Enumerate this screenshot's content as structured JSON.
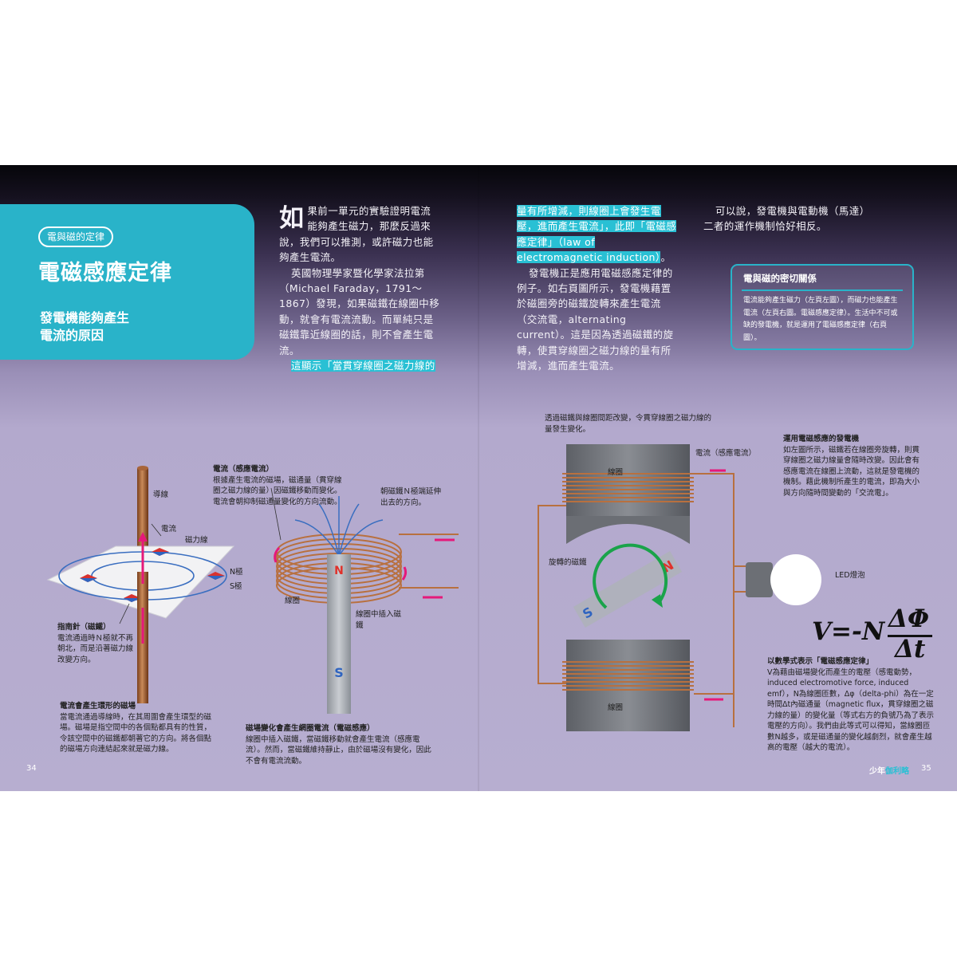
{
  "section_tag": "電與磁的定律",
  "title": "電磁感應定律",
  "subtitle": "發電機能夠產生\n電流的原因",
  "col1": {
    "drop_cap": "如",
    "p1": "果前一單元的實驗證明電流能夠產生磁力，那麼反過來說，我們可以推測，或許磁力也能夠產生電流。",
    "p2": "英國物理學家暨化學家法拉第（Michael Faraday，1791～1867）發現，如果磁鐵在線圈中移動，就會有電流流動。而單純只是磁鐵靠近線圈的話，則不會產生電流。",
    "hl": "這顯示「當貫穿線圈之磁力線的"
  },
  "col2": {
    "hl": "量有所增減，則線圈上會發生電壓，進而產生電流」，此即「電磁感應定律」（law of electromagnetic induction）",
    "tail": "。",
    "p2": "發電機正是應用電磁感應定律的例子。如右頁圖所示，發電機藉置於磁圈旁的磁鐵旋轉來產生電流（交流電，alternating current）。這是因為透過磁鐵的旋轉，使貫穿線圈之磁力線的量有所增減，進而產生電流。"
  },
  "col3": {
    "p1": "可以說，發電機與電動機（馬達）二者的運作機制恰好相反。"
  },
  "note_box": {
    "heading": "電與磁的密切關係",
    "text": "電流能夠產生磁力（左頁左圖），而磁力也能產生電流（左頁右圖。電磁感應定律）。生活中不可或缺的發電機，就是運用了電磁感應定律（右頁圖）。"
  },
  "fig1": {
    "wire": "導線",
    "current": "電流",
    "field_lines": "磁力線",
    "n_pole": "N極",
    "s_pole": "S極",
    "compass_head": "指南針（磁鐵）",
    "compass_text": "電流通過時Ｎ極就不再朝北，而是沿著磁力線改變方向。",
    "cap_head": "電流會產生環形的磁場",
    "cap_text": "當電流通過導線時，在其周圍會產生環型的磁場。磁場是指空間中的各個點都具有的性質，令該空間中的磁鐵都朝著它的方向。將各個點的磁場方向連結起來就是磁力線。"
  },
  "fig2": {
    "current_head": "電流（感應電流）",
    "current_text": "根據產生電流的磁場，磁通量（貫穿線圈之磁力線的量）因磁鐵移動而變化。電流會朝抑制磁通量變化的方向流動。",
    "n_extend": "朝磁鐵Ｎ極端延伸出去的方向。",
    "coil": "線圈",
    "insert": "線圈中插入磁鐵",
    "cap_head": "磁場變化會產生網圈電流（電磁感應）",
    "cap_text": "線圈中插入磁鐵，當磁鐵移動就會產生電流（感應電流）。然而，當磁鐵維持靜止，由於磁場沒有變化，因此不會有電流流動。",
    "mag_n": "N",
    "mag_s": "S"
  },
  "fig3": {
    "top_note": "透過磁鐵與線圈間距改變，令貫穿線圈之磁力線的量發生變化。",
    "coil_top": "線圈",
    "coil_bottom": "線圈",
    "current": "電流（感應電流）",
    "rotating_magnet": "旋轉的磁鐵",
    "led": "LED燈泡",
    "gen_head": "運用電磁感應的發電機",
    "gen_text": "如左圖所示，磁鐵若在線圈旁旋轉，則貫穿線圈之磁力線量會隨時改變。因此會有感應電流在線圈上流動，這就是發電機的機制。藉此機制所產生的電流，即為大小與方向隨時間變動的「交流電」。",
    "mag_n": "N",
    "mag_s": "S"
  },
  "formula": {
    "lhs": "V",
    "rhs_sign": "=-N",
    "num": "ΔΦ",
    "den": "Δt",
    "head": "以數學式表示「電磁感應定律」",
    "text": "V為藉由磁場變化而產生的電壓（感電動勢，induced electromotive force, induced emf），N為線圈匝數，Δφ（delta-phi）為在一定時間Δt內磁通量（magnetic flux，貫穿線圈之磁力線的量）的變化量（等式右方的負號乃為了表示電壓的方向）。我們由此等式可以得知，當線圈匝數N越多，或是磁通量的變化越劇烈，就會產生越高的電壓（越大的電流）。"
  },
  "footer": {
    "left_page": "34",
    "brand_a": "少年",
    "brand_b": "伽利略",
    "right_page": "35"
  },
  "colors": {
    "accent": "#29b3c9",
    "arrow": "#e5197a",
    "copper": "#b8703f"
  }
}
